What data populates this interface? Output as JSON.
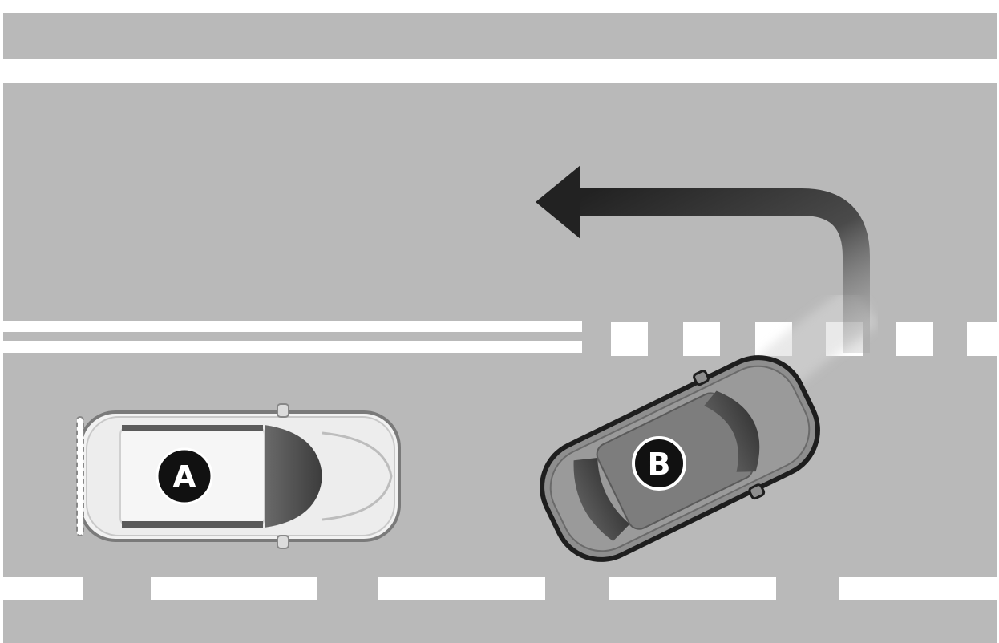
{
  "colors": {
    "road": "#b9b9b9",
    "road_dark": "#a9a9a9",
    "marking": "#ffffff",
    "car_a_body": "#f2f2f2",
    "car_b_body": "#8e8e8e",
    "label_bg": "#111111",
    "label_text": "#ffffff",
    "arrow": "#2e2e2e"
  },
  "vehicles": [
    {
      "id": "a",
      "label": "A"
    },
    {
      "id": "b",
      "label": "B"
    }
  ],
  "icons": {
    "path_arrow": "left-u-turn-arrow-icon",
    "car_a": "car-icon",
    "car_b": "car-icon"
  }
}
